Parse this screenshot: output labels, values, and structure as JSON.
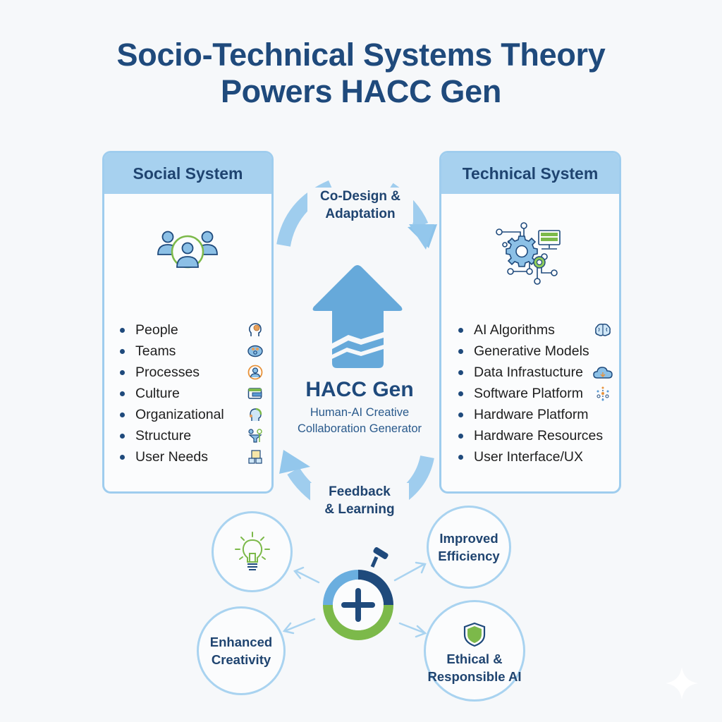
{
  "title": {
    "line1": "Socio-Technical Systems Theory",
    "line2": "Powers HACC Gen"
  },
  "social_system": {
    "header": "Social System",
    "icon": "people-group-icon",
    "items": [
      {
        "label": "People",
        "icon": "head-brain-icon"
      },
      {
        "label": "Teams",
        "icon": "brain-network-icon"
      },
      {
        "label": "Processes",
        "icon": "user-circle-icon"
      },
      {
        "label": "Culture",
        "icon": "card-wallet-icon"
      },
      {
        "label": "Organizational",
        "icon": "head-profile-icon"
      },
      {
        "label": "Structure",
        "icon": "funnel-nodes-icon"
      },
      {
        "label": "User Needs",
        "icon": "user-board-icon"
      }
    ]
  },
  "technical_system": {
    "header": "Technical System",
    "icon": "gears-circuit-monitor-icon",
    "items": [
      {
        "label": "AI Algorithms",
        "icon": "brain-icon"
      },
      {
        "label": "Generative Models",
        "icon": ""
      },
      {
        "label": "Data Infrastucture",
        "icon": "cloud-icon"
      },
      {
        "label": "Software Platform",
        "icon": "network-nodes-icon"
      },
      {
        "label": "Hardware Platform",
        "icon": ""
      },
      {
        "label": "Hardware Resources",
        "icon": ""
      },
      {
        "label": "User Interface/UX",
        "icon": ""
      }
    ]
  },
  "flows": {
    "top": {
      "line1": "Co-Design &",
      "line2": "Adaptation"
    },
    "bottom": {
      "line1": "Feedback",
      "line2": "& Learning"
    }
  },
  "center": {
    "icon": "up-arrow-icon",
    "title": "HACC Gen",
    "subtitle_line1": "Human-AI Creative",
    "subtitle_line2": "Collaboration Generator"
  },
  "outcomes": {
    "hub_icon": "stopwatch-plus-icon",
    "items": [
      {
        "id": "idea",
        "icon": "lightbulb-icon",
        "line1": "",
        "line2": ""
      },
      {
        "id": "efficiency",
        "icon": "",
        "line1": "Improved",
        "line2": "Efficiency"
      },
      {
        "id": "creativity",
        "icon": "",
        "line1": "Enhanced",
        "line2": "Creativity"
      },
      {
        "id": "ethical",
        "icon": "shield-icon",
        "line1": "Ethical &",
        "line2": "Responsible AI"
      }
    ]
  },
  "colors": {
    "navy": "#1f4a7c",
    "light_blue": "#a7d1ef",
    "mid_blue": "#6aaedf",
    "green": "#7cb94a",
    "orange": "#e8923a",
    "background": "#f6f8fa"
  }
}
